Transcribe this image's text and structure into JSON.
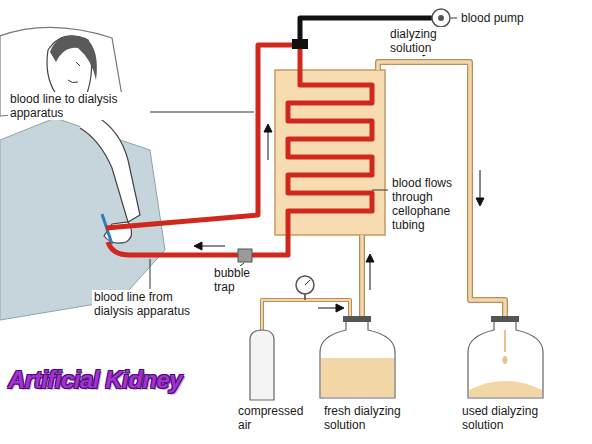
{
  "diagram": {
    "title": "Artificial Kidney",
    "labels": [
      "blood pump",
      "dialyzing solution",
      "blood line to dialysis apparatus",
      "blood flows through cellophane tubing",
      "bubble trap",
      "blood line from dialysis apparatus",
      "compressed air",
      "fresh dialyzing solution",
      "used dialyzing solution"
    ]
  }
}
